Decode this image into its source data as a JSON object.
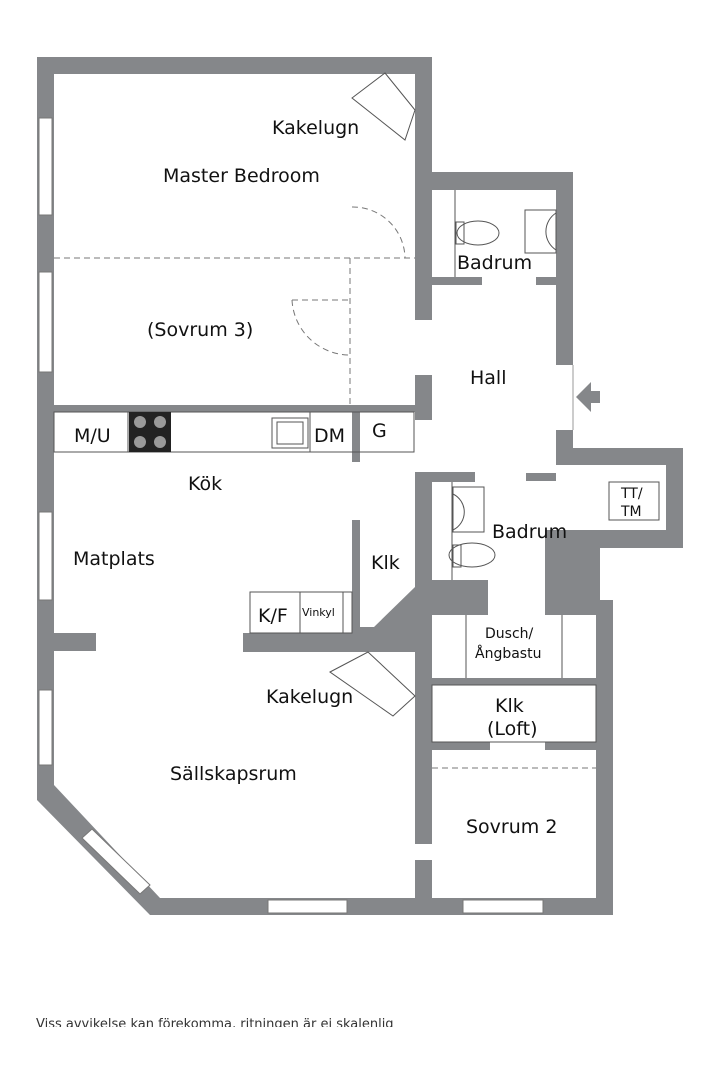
{
  "colors": {
    "wall": "#85878a",
    "background": "#ffffff",
    "text": "#111111"
  },
  "rooms": {
    "master_bedroom": "Master Bedroom",
    "kakelugn_top": "Kakelugn",
    "sovrum3": "(Sovrum 3)",
    "badrum_top": "Badrum",
    "hall": "Hall",
    "mu": "M/U",
    "dm": "DM",
    "g": "G",
    "kok": "Kök",
    "matplats": "Matplats",
    "klk": "Klk",
    "badrum_mid": "Badrum",
    "tt_tm_1": "TT/",
    "tt_tm_2": "TM",
    "kf": "K/F",
    "vinkyl": "Vinkyl",
    "dusch_1": "Dusch/",
    "dusch_2": "Ångbastu",
    "kakelugn_bottom": "Kakelugn",
    "klk_loft_1": "Klk",
    "klk_loft_2": "(Loft)",
    "sallskapsrum": "Sällskapsrum",
    "sovrum2": "Sovrum 2"
  },
  "icons": [
    "entrance-arrow-icon",
    "toilet-icon",
    "sink-icon",
    "stove-icon"
  ],
  "disclaimer": "Viss avvikelse kan förekomma, ritningen är ej skalenlig"
}
